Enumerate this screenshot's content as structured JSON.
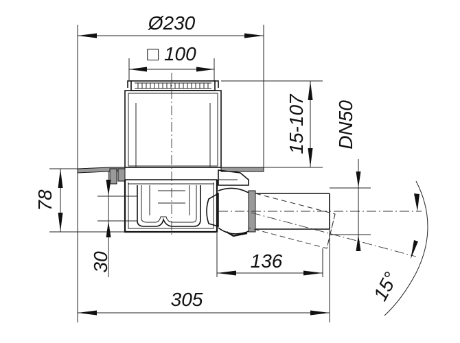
{
  "dimensions": {
    "flange_diameter": "Ø230",
    "grate_size": "□ 100",
    "height_range": "15-107",
    "outlet_size": "DN50",
    "height_78": "78",
    "height_30": "30",
    "outlet_length": "136",
    "total_length": "305",
    "angle": "15°"
  }
}
